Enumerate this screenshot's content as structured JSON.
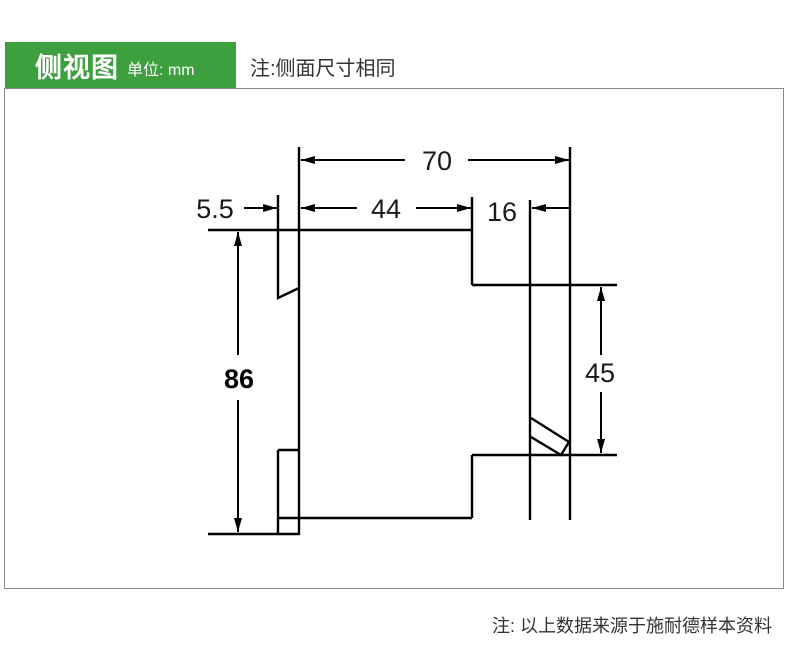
{
  "header": {
    "title": "侧视图",
    "unit": "单位: mm",
    "note": "注:侧面尺寸相同"
  },
  "dimensions": {
    "overall_depth": "70",
    "body_depth": "44",
    "terminal_depth": "16",
    "rail_offset": "5.5",
    "overall_height": "86",
    "front_height": "45"
  },
  "footer": {
    "source_note": "注: 以上数据来源于施耐德样本资料"
  },
  "colors": {
    "tab_green": "#3d9f3d",
    "text": "#333333",
    "line": "#000000",
    "frame": "#8a8a8a"
  }
}
